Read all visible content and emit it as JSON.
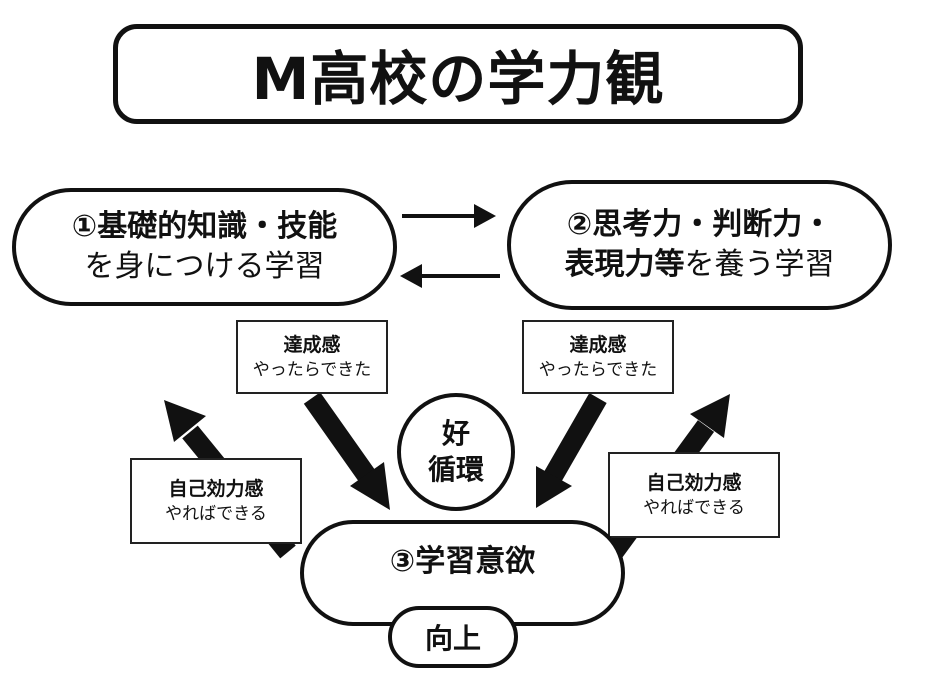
{
  "title": "M高校の学力観",
  "nodes": {
    "node1": {
      "line1": "①基礎的知識・技能",
      "line2": "を身につける学習"
    },
    "node2": {
      "line1": "②思考力・判断力・",
      "line2a": "表現力等",
      "line2b": "を養う学習"
    },
    "node3": {
      "label": "③学習意欲"
    }
  },
  "badge": "向上",
  "cycle": {
    "line1": "好",
    "line2": "循環"
  },
  "labels": {
    "achievement_left": {
      "title": "達成感",
      "text": "やったらできた"
    },
    "achievement_right": {
      "title": "達成感",
      "text": "やったらできた"
    },
    "efficacy_left": {
      "title": "自己効力感",
      "text": "やればできる"
    },
    "efficacy_right": {
      "title": "自己効力感",
      "text": "やればできる"
    }
  }
}
